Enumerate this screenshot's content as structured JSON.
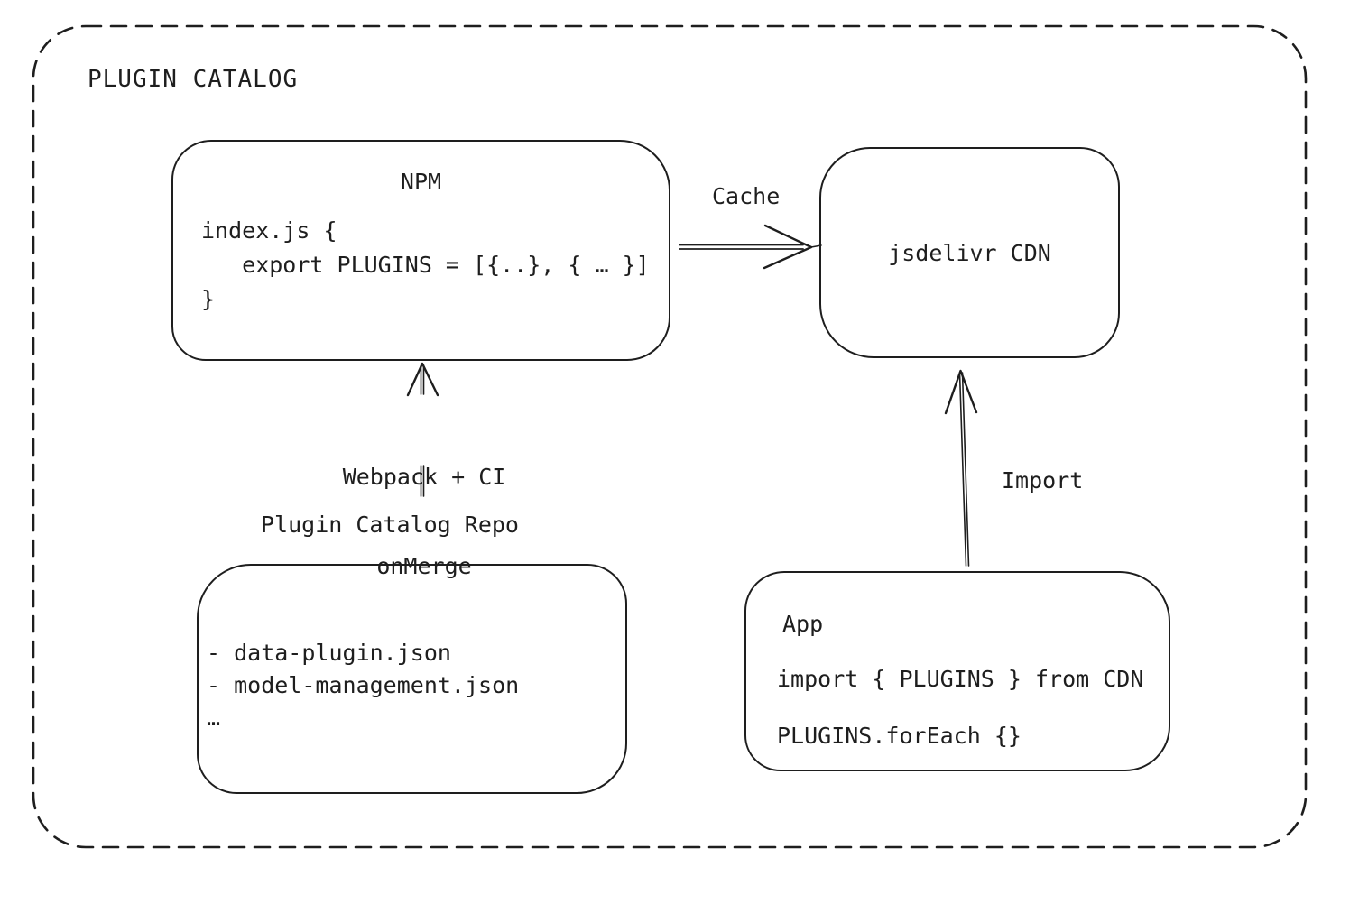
{
  "diagram": {
    "title": "PLUGIN CATALOG",
    "colors": {
      "stroke": "#1e1e1e",
      "background": "#ffffff"
    },
    "nodes": {
      "npm": {
        "title": "NPM",
        "code": [
          "index.js {",
          "   export PLUGINS = [{..}, { … }]",
          "}"
        ]
      },
      "cdn": {
        "label": "jsdelivr CDN"
      },
      "repo": {
        "label": "Plugin Catalog Repo",
        "items": [
          "- data-plugin.json",
          "- model-management.json",
          "…"
        ]
      },
      "app": {
        "title": "App",
        "code": [
          "import { PLUGINS } from CDN",
          "PLUGINS.forEach {}"
        ]
      }
    },
    "edges": {
      "cache": {
        "label": "Cache",
        "from": "NPM",
        "to": "jsdelivr CDN"
      },
      "build": {
        "line1": "Webpack + CI",
        "line2": "onMerge",
        "from": "Plugin Catalog Repo",
        "to": "NPM"
      },
      "import": {
        "label": "Import",
        "from": "App",
        "to": "jsdelivr CDN"
      }
    }
  }
}
